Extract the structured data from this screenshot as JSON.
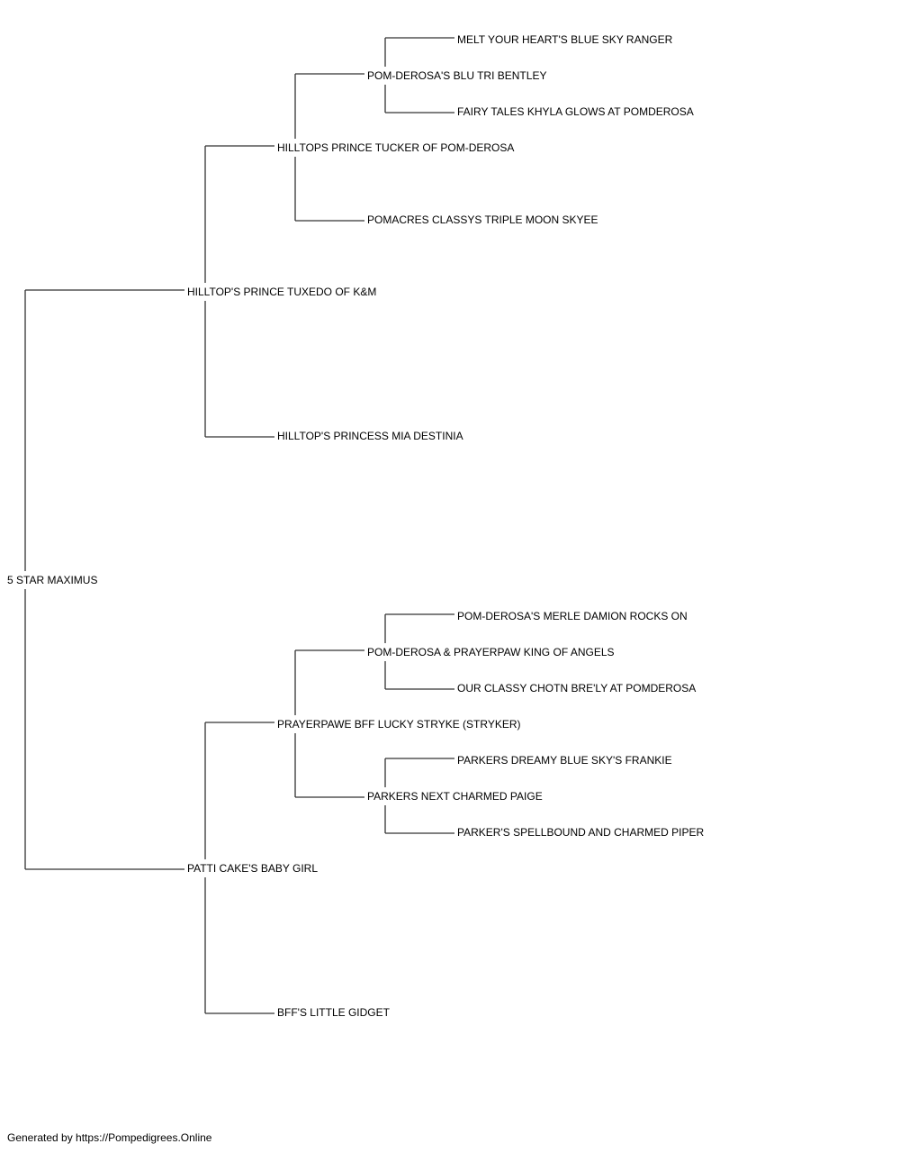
{
  "pedigree": {
    "subject": "5 STAR MAXIMUS",
    "sire": {
      "name": "HILLTOP'S PRINCE TUXEDO OF K&M",
      "sire": {
        "name": "HILLTOPS PRINCE TUCKER OF POM-DEROSA",
        "sire": {
          "name": "POM-DEROSA'S BLU TRI BENTLEY",
          "sire": "MELT YOUR HEART'S BLUE SKY RANGER",
          "dam": "FAIRY TALES KHYLA GLOWS AT POMDEROSA"
        },
        "dam": {
          "name": "POMACRES CLASSYS TRIPLE MOON SKYEE"
        }
      },
      "dam": {
        "name": "HILLTOP'S PRINCESS MIA DESTINIA"
      }
    },
    "dam": {
      "name": "PATTI CAKE'S BABY GIRL",
      "sire": {
        "name": "PRAYERPAWE BFF LUCKY STRYKE (STRYKER)",
        "sire": {
          "name": "POM-DEROSA & PRAYERPAW KING OF ANGELS",
          "sire": "POM-DEROSA'S MERLE DAMION ROCKS ON",
          "dam": "OUR CLASSY CHOTN BRE'LY AT POMDEROSA"
        },
        "dam": {
          "name": "PARKERS NEXT CHARMED PAIGE",
          "sire": "PARKERS DREAMY BLUE SKY'S FRANKIE",
          "dam": "PARKER'S SPELLBOUND AND CHARMED PIPER"
        }
      },
      "dam": {
        "name": "BFF'S LITTLE GIDGET"
      }
    }
  },
  "footer": "Generated by https://Pompedigrees.Online"
}
